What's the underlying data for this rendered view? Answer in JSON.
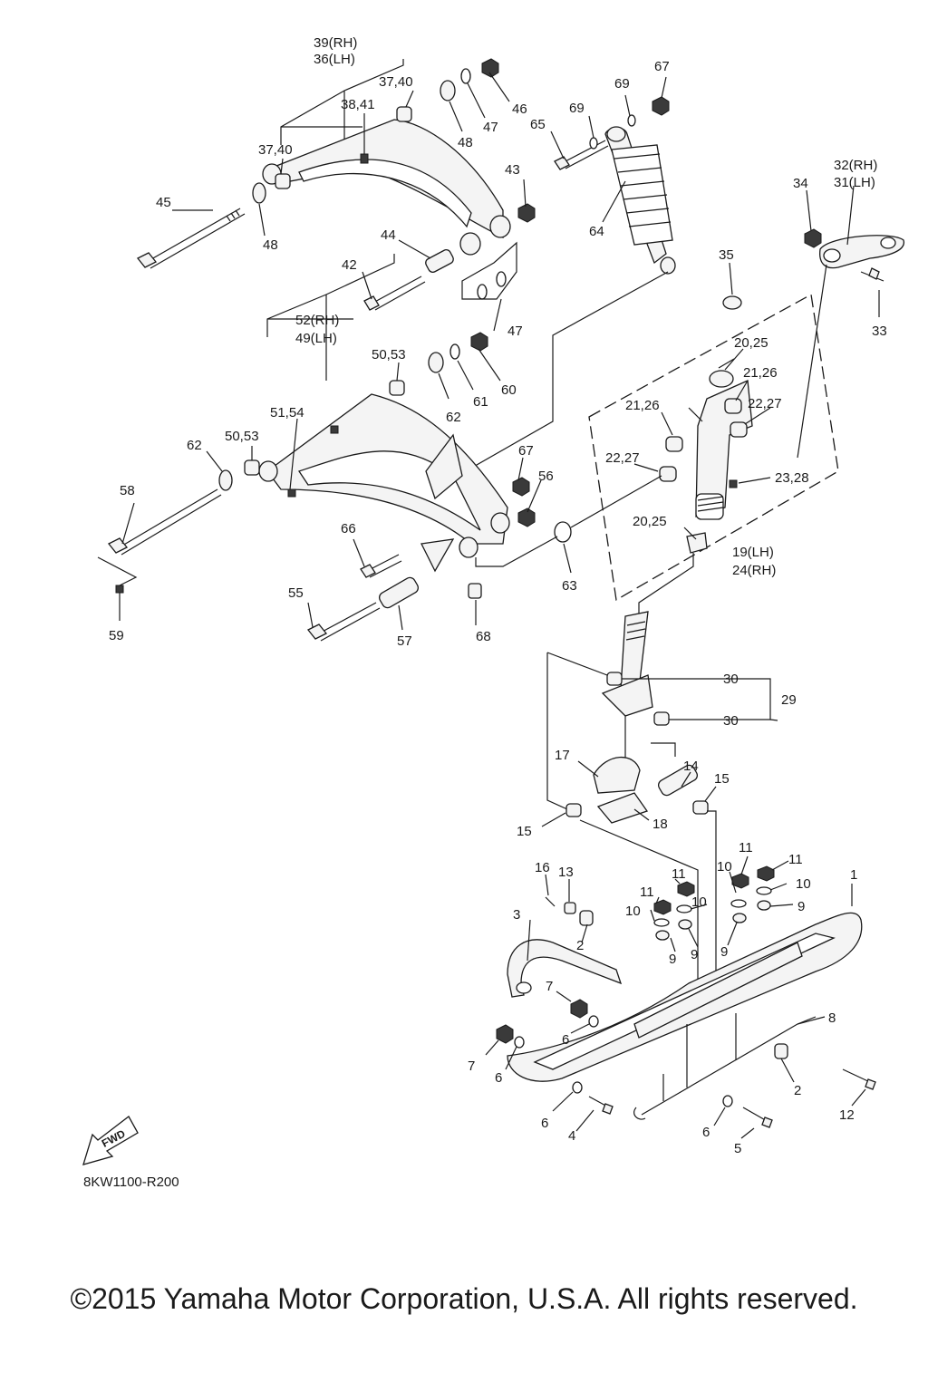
{
  "labels": {
    "l39rh": "39(RH)",
    "l36lh": "36(LH)",
    "l3740a": "37,40",
    "l3841": "38,41",
    "l3740b": "37,40",
    "l45": "45",
    "l48a": "48",
    "l48b": "48",
    "l46": "46",
    "l47a": "47",
    "l47b": "47",
    "l43": "43",
    "l44": "44",
    "l42": "42",
    "l65": "65",
    "l69a": "69",
    "l69b": "69",
    "l67a": "67",
    "l64": "64",
    "l35": "35",
    "l34": "34",
    "l32rh": "32(RH)",
    "l31lh": "31(LH)",
    "l33": "33",
    "l52rh": "52(RH)",
    "l49lh": "49(LH)",
    "l5053a": "50,53",
    "l5154": "51,54",
    "l5053b": "50,53",
    "l62a": "62",
    "l62b": "62",
    "l61": "61",
    "l60": "60",
    "l58": "58",
    "l59": "59",
    "l67b": "67",
    "l56": "56",
    "l66": "66",
    "l55": "55",
    "l57": "57",
    "l68": "68",
    "l63": "63",
    "l2025a": "20,25",
    "l2126a": "21,26",
    "l2126b": "21,26",
    "l2227a": "22,27",
    "l2227b": "22,27",
    "l2328": "23,28",
    "l2025b": "20,25",
    "l19lh": "19(LH)",
    "l24rh": "24(RH)",
    "l30a": "30",
    "l30b": "30",
    "l29": "29",
    "l17": "17",
    "l14": "14",
    "l15a": "15",
    "l15b": "15",
    "l18": "18",
    "l16": "16",
    "l13": "13",
    "l3": "3",
    "l2a": "2",
    "l2b": "2",
    "l11a": "11",
    "l11b": "11",
    "l11c": "11",
    "l11d": "11",
    "l10a": "10",
    "l10b": "10",
    "l10c": "10",
    "l10d": "10",
    "l9a": "9",
    "l9b": "9",
    "l9c": "9",
    "l9d": "9",
    "l1": "1",
    "l8": "8",
    "l7a": "7",
    "l7b": "7",
    "l6a": "6",
    "l6b": "6",
    "l6c": "6",
    "l6d": "6",
    "l4": "4",
    "l5": "5",
    "l12": "12"
  },
  "fwd_label": "FWD",
  "diagram_code": "8KW1100-R200",
  "copyright": "©2015 Yamaha Motor Corporation, U.S.A. All rights reserved."
}
